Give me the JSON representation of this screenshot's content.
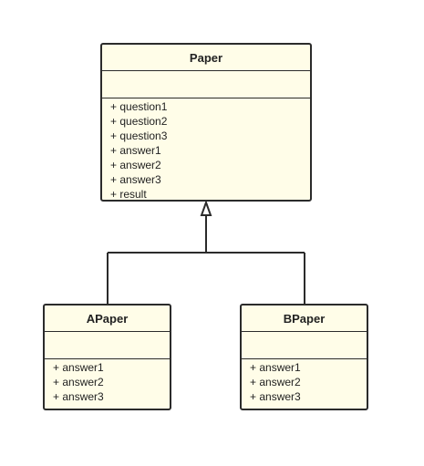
{
  "diagram": {
    "classes": [
      {
        "id": "paper",
        "name": "Paper",
        "attributes": [],
        "members": [
          "+ question1",
          "+ question2",
          "+ question3",
          "+ answer1",
          "+ answer2",
          "+ answer3",
          "+ result"
        ]
      },
      {
        "id": "apaper",
        "name": "APaper",
        "attributes": [],
        "members": [
          "+ answer1",
          "+ answer2",
          "+ answer3"
        ]
      },
      {
        "id": "bpaper",
        "name": "BPaper",
        "attributes": [],
        "members": [
          "+ answer1",
          "+ answer2",
          "+ answer3"
        ]
      }
    ],
    "relations": [
      {
        "type": "generalization",
        "from": "APaper",
        "to": "Paper"
      },
      {
        "type": "generalization",
        "from": "BPaper",
        "to": "Paper"
      }
    ],
    "colors": {
      "class_fill": "#fffde8",
      "stroke": "#2b2b2b",
      "text": "#222222"
    }
  }
}
